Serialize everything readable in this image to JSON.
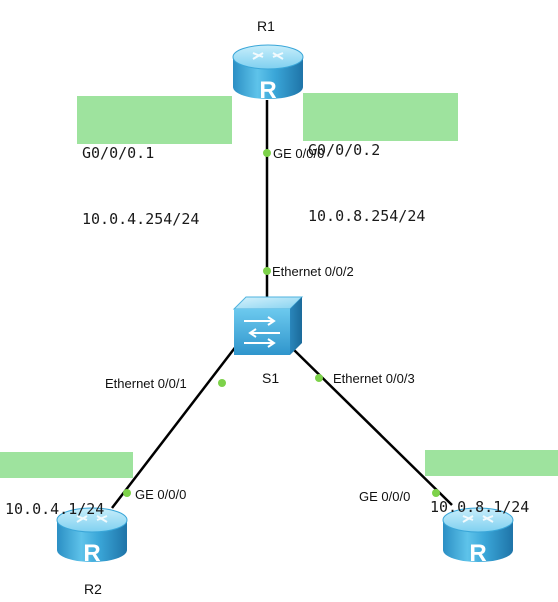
{
  "devices": {
    "r1": {
      "name": "R1",
      "type": "router",
      "icon": "router-icon"
    },
    "r2": {
      "name": "R2",
      "type": "router",
      "icon": "router-icon"
    },
    "r3": {
      "name": "",
      "type": "router",
      "icon": "router-icon"
    },
    "s1": {
      "name": "S1",
      "type": "switch",
      "icon": "switch-icon"
    }
  },
  "interfaces": {
    "r1_ge": "GE 0/0/0",
    "s1_e2": "Ethernet 0/0/2",
    "s1_e1": "Ethernet 0/0/1",
    "s1_e3": "Ethernet 0/0/3",
    "r2_ge": "GE 0/0/0",
    "r3_ge": "GE 0/0/0"
  },
  "address_boxes": {
    "r1_sub1": {
      "iface": "G0/0/0.1",
      "ip": "10.0.4.254/24"
    },
    "r1_sub2": {
      "iface": "G0/0/0.2",
      "ip": "10.0.8.254/24"
    },
    "r2": {
      "ip": "10.0.4.1/24"
    },
    "r3": {
      "ip": "10.0.8.1/24"
    }
  },
  "links": [
    {
      "from": "R1 GE 0/0/0",
      "to": "S1 Ethernet 0/0/2"
    },
    {
      "from": "S1 Ethernet 0/0/1",
      "to": "R2 GE 0/0/0"
    },
    {
      "from": "S1 Ethernet 0/0/3",
      "to": "GE 0/0/0"
    }
  ],
  "colors": {
    "link": "#000000",
    "port_dot": "#7dd24a",
    "address_box": "#9ee39e",
    "device_body": "#66c8ec"
  }
}
